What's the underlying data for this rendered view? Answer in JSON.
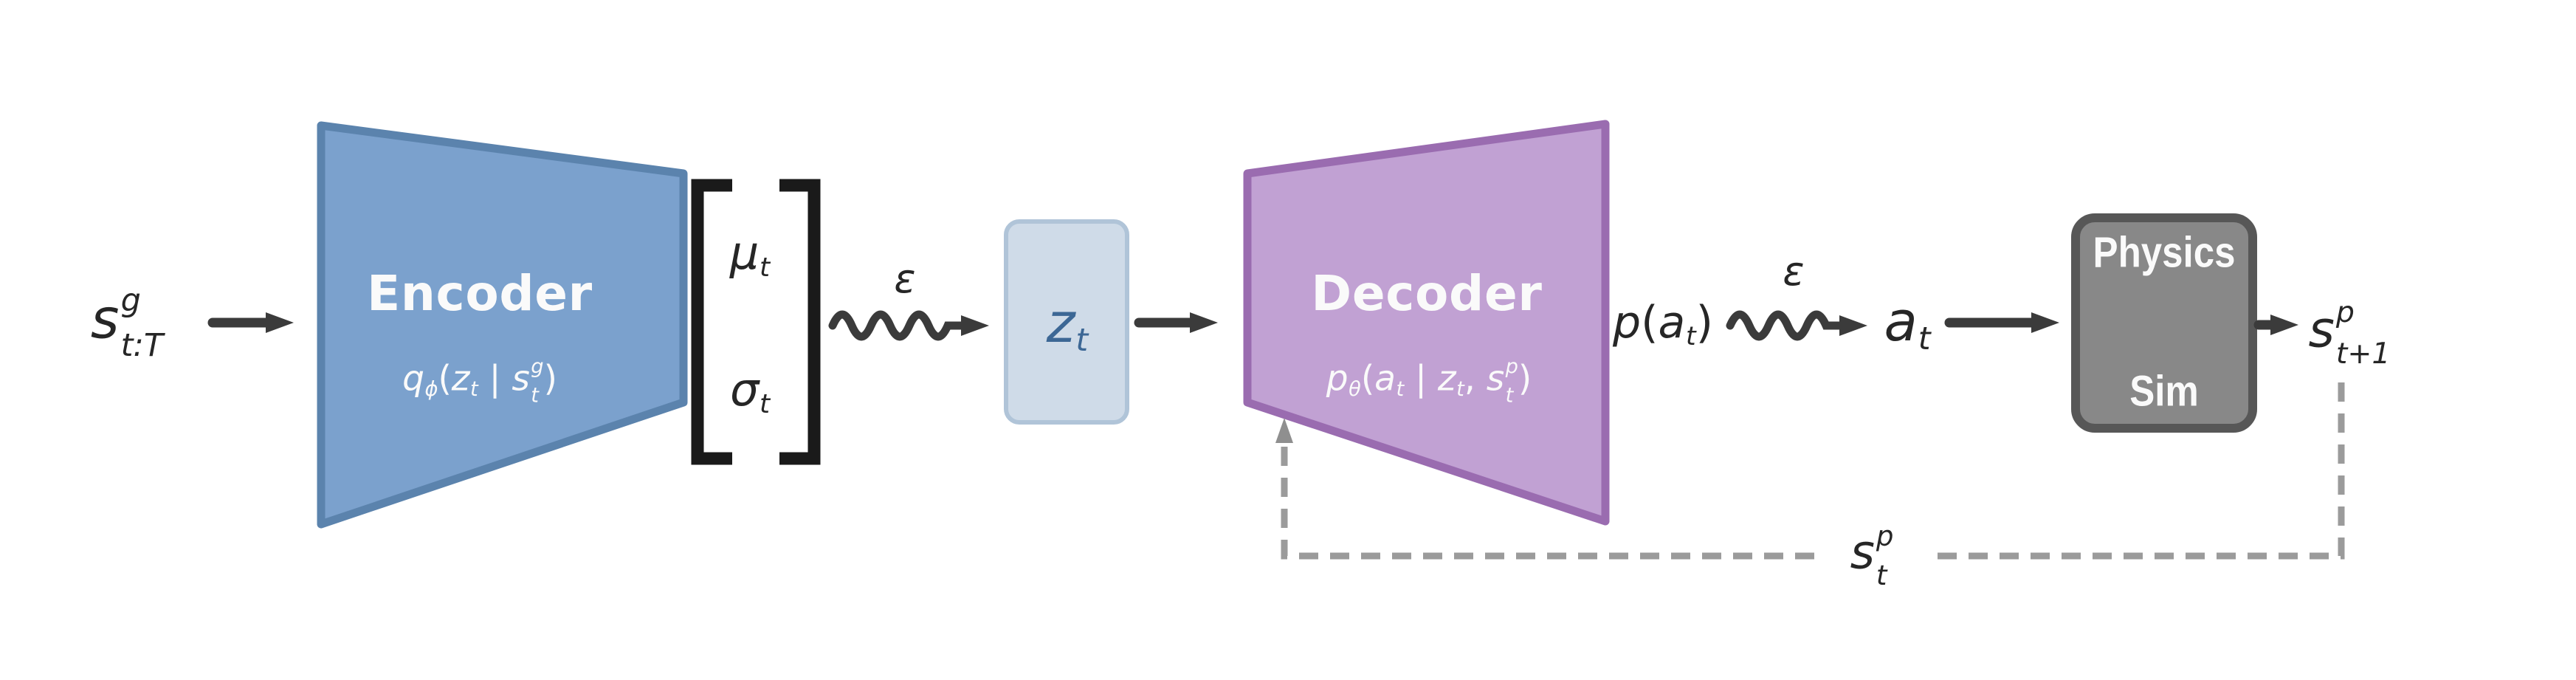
{
  "figure_type": "vae-policy-architecture-diagram",
  "colors": {
    "background": "#ffffff",
    "encoder_fill": "#7ba1cd",
    "encoder_stroke": "#5b83ad",
    "decoder_fill": "#c1a1d3",
    "decoder_stroke": "#9a6cb0",
    "latent_fill": "#cfdbe8",
    "latent_stroke": "#b0c4d8",
    "latent_text": "#3c6795",
    "physics_fill": "#888888",
    "physics_stroke": "#575757",
    "arrow": "#3b3b3b",
    "bracket": "#1a1a1a",
    "dashed": "#9b9b9b",
    "dashed_arrow": "#8f8f8f",
    "label_text": "#262626",
    "block_text": "#fafafa"
  },
  "labels": {
    "input": [
      {
        "i": "s"
      },
      {
        "ss": {
          "sup": "g",
          "sub": "t:T"
        }
      }
    ],
    "mu": [
      {
        "i": "μ"
      },
      {
        "sub": "t"
      }
    ],
    "sigma": [
      {
        "i": "σ"
      },
      {
        "sub": "t"
      }
    ],
    "eps1": [
      {
        "i": "ε"
      }
    ],
    "eps2": [
      {
        "i": "ε"
      }
    ],
    "latent": [
      {
        "i": "z"
      },
      {
        "sub": "t"
      }
    ],
    "p_at": [
      {
        "i": "p"
      },
      {
        "r": "("
      },
      {
        "i": "a"
      },
      {
        "sub": "t"
      },
      {
        "r": ")"
      }
    ],
    "a_t": [
      {
        "i": "a"
      },
      {
        "sub": "t"
      }
    ],
    "output": [
      {
        "i": "s"
      },
      {
        "ss": {
          "sup": "p",
          "sub": "t+1"
        }
      }
    ],
    "feedback": [
      {
        "i": "s"
      },
      {
        "ss": {
          "sup": "p",
          "sub": "t"
        }
      }
    ]
  },
  "blocks": {
    "encoder": {
      "title": "Encoder",
      "formula": [
        {
          "i": "q"
        },
        {
          "sub": "ϕ"
        },
        {
          "r": "("
        },
        {
          "i": "z"
        },
        {
          "sub": "t"
        },
        {
          "r": " | "
        },
        {
          "i": "s"
        },
        {
          "ss": {
            "sup": "g",
            "sub": "t"
          }
        },
        {
          "r": ")"
        }
      ]
    },
    "decoder": {
      "title": "Decoder",
      "formula": [
        {
          "i": "p"
        },
        {
          "sub": "θ"
        },
        {
          "r": "("
        },
        {
          "i": "a"
        },
        {
          "sub": "t"
        },
        {
          "r": " | "
        },
        {
          "i": "z"
        },
        {
          "sub": "t"
        },
        {
          "r": ", "
        },
        {
          "i": "s"
        },
        {
          "ss": {
            "sup": "p",
            "sub": "t"
          }
        },
        {
          "r": ")"
        }
      ]
    },
    "physics": {
      "line1": "Physics",
      "line2": "Sim"
    }
  }
}
